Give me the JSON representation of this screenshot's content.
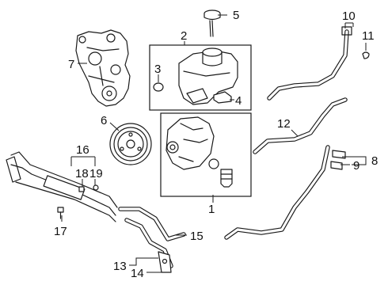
{
  "callouts": {
    "c1": "1",
    "c2": "2",
    "c3": "3",
    "c4": "4",
    "c5": "5",
    "c6": "6",
    "c7": "7",
    "c8": "8",
    "c9": "9",
    "c10": "10",
    "c11": "11",
    "c12": "12",
    "c13": "13",
    "c14": "14",
    "c15": "15",
    "c16": "16",
    "c17": "17",
    "c18": "18",
    "c19": "19"
  },
  "colors": {
    "ink": "#1a1a1a",
    "background": "#ffffff"
  }
}
